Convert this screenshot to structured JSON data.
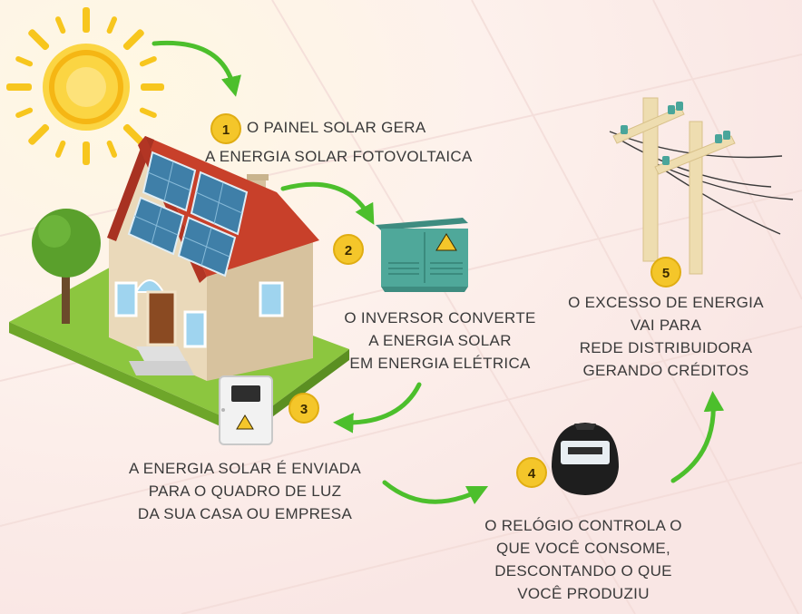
{
  "steps": [
    {
      "number": "1",
      "lines": [
        "O PAINEL SOLAR GERA",
        "A ENERGIA SOLAR FOTOVOLTAICA"
      ]
    },
    {
      "number": "2",
      "lines": [
        "O INVERSOR CONVERTE",
        "A ENERGIA SOLAR",
        "EM ENERGIA ELÉTRICA"
      ]
    },
    {
      "number": "3",
      "lines": [
        "A ENERGIA  SOLAR É ENVIADA",
        "PARA O QUADRO DE LUZ",
        "DA SUA CASA OU EMPRESA"
      ]
    },
    {
      "number": "4",
      "lines": [
        "O RELÓGIO CONTROLA O",
        "QUE VOCÊ CONSOME,",
        "DESCONTANDO O QUE",
        "VOCÊ PRODUZIU"
      ]
    },
    {
      "number": "5",
      "lines": [
        "O EXCESSO DE ENERGIA",
        "VAI PARA",
        "REDE DISTRIBUIDORA",
        "GERANDO CRÉDITOS"
      ]
    }
  ],
  "colors": {
    "badge": "#f4c62a",
    "arrow": "#4cbf2c",
    "text": "#3a3a3a",
    "roof": "#c8402a",
    "panel": "#3f7fa8",
    "wall": "#e8d6b8",
    "grass": "#8cc63f",
    "inverter": "#4fa89a",
    "sun": "#f7c61e"
  },
  "icons": {
    "sun": "sun-icon",
    "house": "house-with-solar-panels",
    "tree": "tree-icon",
    "inverter": "inverter-box",
    "meter_box": "meter-box",
    "meter": "electricity-meter",
    "poles": "utility-poles"
  }
}
